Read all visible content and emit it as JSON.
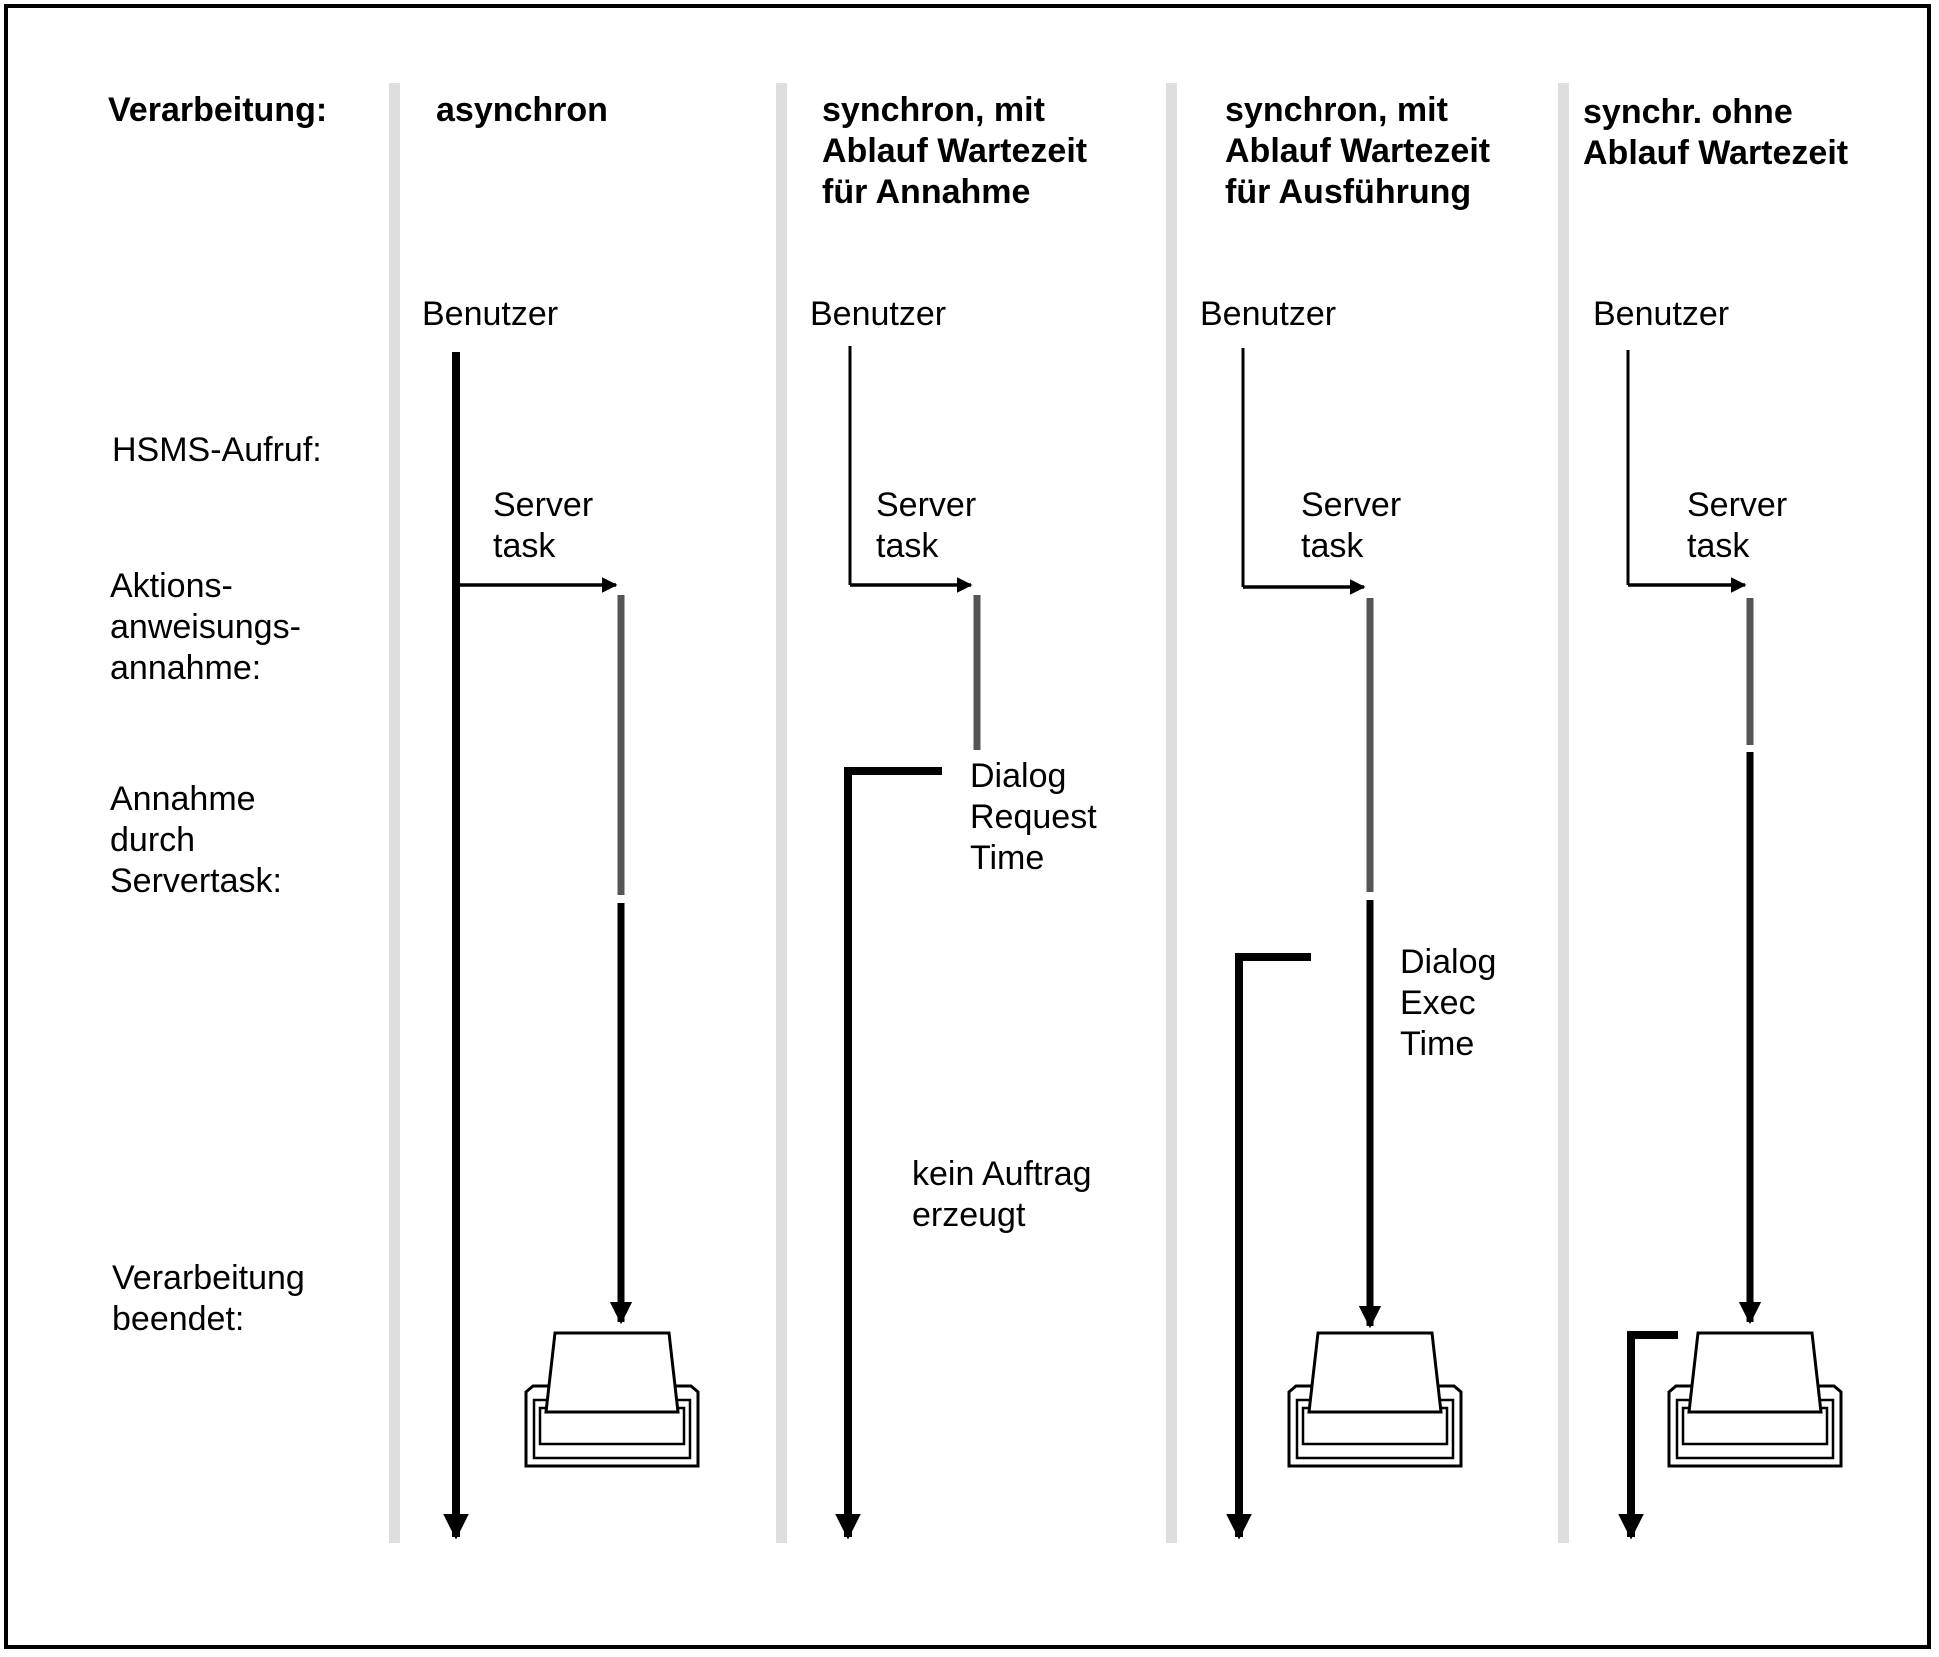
{
  "row_labels": {
    "verarbeitung": "Verarbeitung:",
    "hsms_aufruf": "HSMS-Aufruf:",
    "aktionsanweisungsannahme": "Aktions-\nanweisungs-\nannahme:",
    "annahme_durch_servertask": "Annahme\ndurch\nServertask:",
    "verarbeitung_beendet": "Verarbeitung\nbeendet:"
  },
  "columns": [
    {
      "heading": "asynchron",
      "user": "Benutzer",
      "server": "Server\ntask"
    },
    {
      "heading": "synchron, mit\nAblauf Wartezeit\nfür Annahme",
      "user": "Benutzer",
      "server": "Server\ntask",
      "note": "Dialog\nRequest\nTime",
      "result": "kein Auftrag\nerzeugt"
    },
    {
      "heading": "synchron, mit\nAblauf Wartezeit\nfür Ausführung",
      "user": "Benutzer",
      "server": "Server\ntask",
      "note": "Dialog\nExec\nTime"
    },
    {
      "heading": "synchr. ohne\nAblauf Wartezeit",
      "user": "Benutzer",
      "server": "Server\ntask"
    }
  ],
  "icons": {
    "printer": "printer-icon"
  }
}
